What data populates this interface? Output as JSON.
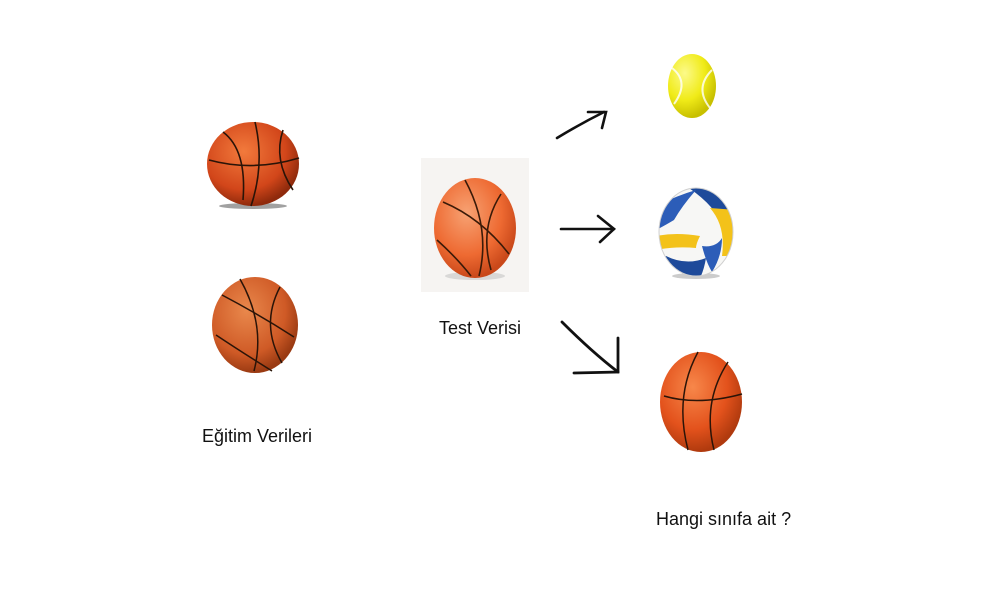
{
  "labels": {
    "training": "Eğitim Verileri",
    "test": "Test Verisi",
    "question": "Hangi sınıfa ait ?"
  },
  "balls": {
    "training": [
      "basketball-icon",
      "basketball-icon"
    ],
    "test": "basketball-icon",
    "candidates": [
      "tennis-ball-icon",
      "volleyball-icon",
      "basketball-icon"
    ]
  },
  "colors": {
    "basketball": "#e0521c",
    "basketball_light": "#e8713c",
    "tennis_ball": "#f2ee1c",
    "volleyball_yellow": "#f3c21a",
    "volleyball_blue": "#1e4a9a",
    "arrow": "#111111"
  }
}
